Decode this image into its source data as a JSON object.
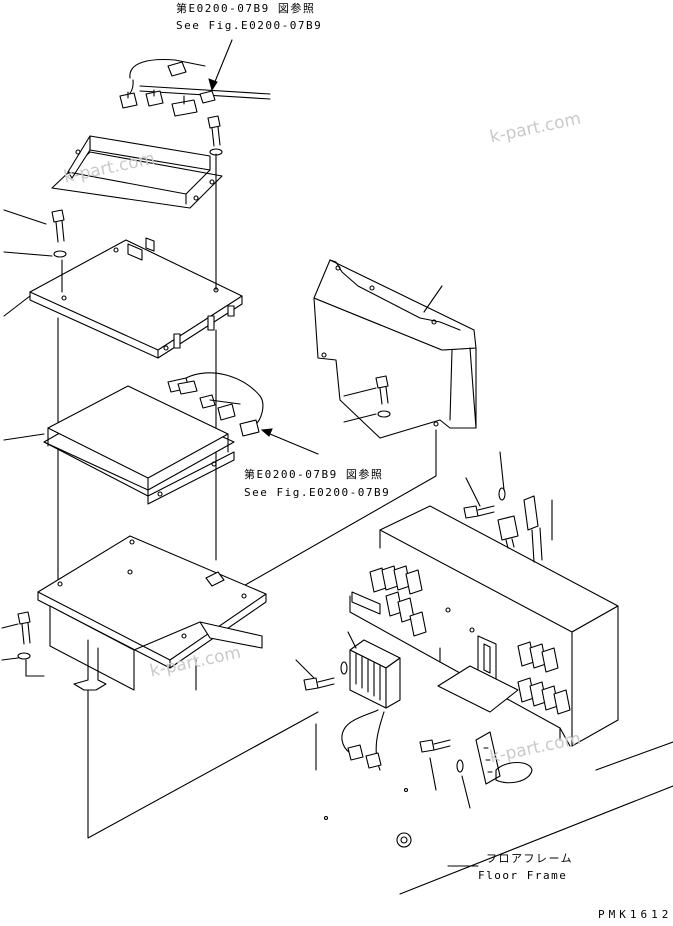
{
  "references": {
    "top_jp": "第E0200-07B9 図参照",
    "top_en": "See Fig.E0200-07B9",
    "mid_jp": "第E0200-07B9 図参照",
    "mid_en": "See Fig.E0200-07B9"
  },
  "floor_frame": {
    "jp": "フロアフレーム",
    "en": "Floor Frame"
  },
  "drawing_code": "PMK1612",
  "watermarks": [
    "k-part.com",
    "k-part.com",
    "k-part.com",
    "k-part.com"
  ]
}
